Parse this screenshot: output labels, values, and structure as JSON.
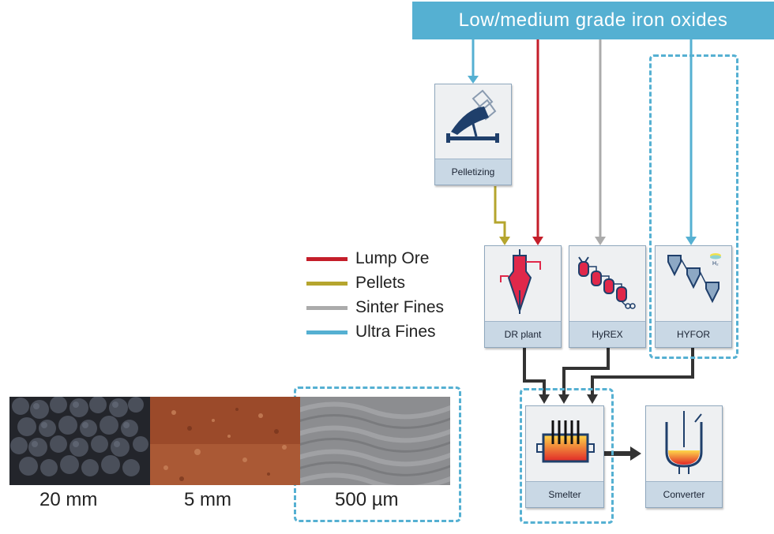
{
  "banner": {
    "text": "Low/medium grade iron oxides"
  },
  "processes": {
    "pelletizing": "Pelletizing",
    "dr_plant": "DR plant",
    "hyrex": "HyREX",
    "hyfor": "HYFOR",
    "smelter": "Smelter",
    "converter": "Converter"
  },
  "legend": [
    {
      "label": "Lump Ore",
      "color": "#c41e2a"
    },
    {
      "label": "Pellets",
      "color": "#b5a52e"
    },
    {
      "label": "Sinter Fines",
      "color": "#ababab"
    },
    {
      "label": "Ultra Fines",
      "color": "#55b0d2"
    }
  ],
  "sizes": [
    "20 mm",
    "5 mm",
    "500 µm"
  ],
  "icon_h2_label": "H₂",
  "colors": {
    "banner": "#55b0d2",
    "arrow_dark": "#333333",
    "box_label_bg": "#c9d8e5",
    "hot_red": "#e0284a"
  }
}
